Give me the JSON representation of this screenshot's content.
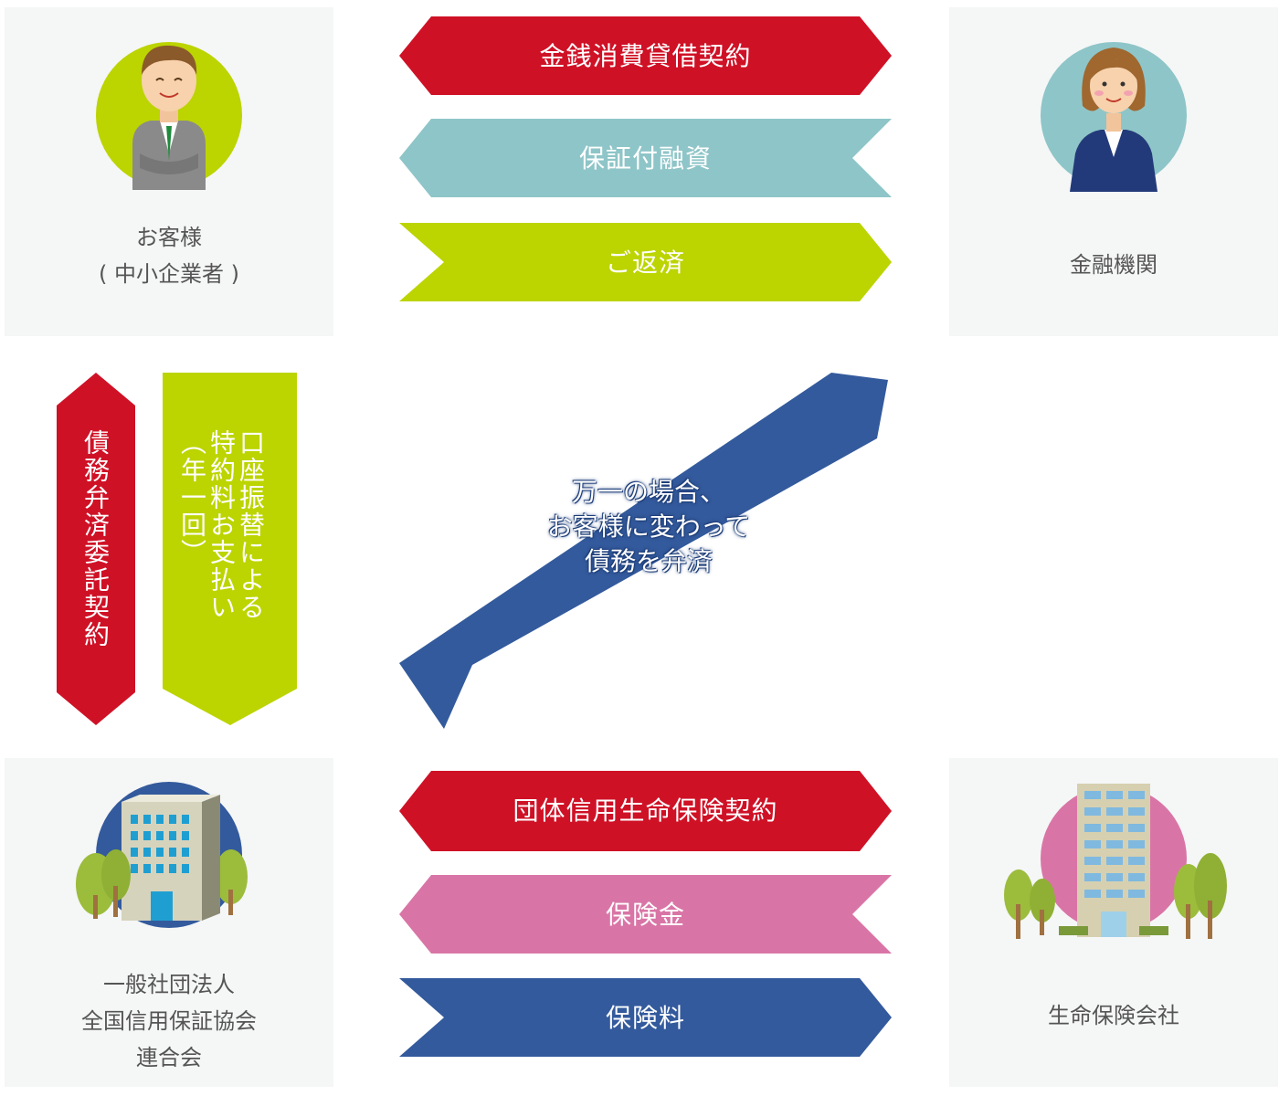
{
  "colors": {
    "red": "#cf1126",
    "teal": "#8ec5c8",
    "lime": "#bcd400",
    "blue": "#335a9c",
    "pink": "#d975a6",
    "box_bg": "#f5f6f6"
  },
  "nodes": {
    "customer": {
      "label": "お客様\n( 中小企業者 )",
      "icon": "businessman-icon"
    },
    "bank": {
      "label": "金融機関",
      "icon": "businesswoman-icon"
    },
    "association": {
      "label": "一般社団法人\n全国信用保証協会\n連合会",
      "icon": "office-building-icon"
    },
    "insurer": {
      "label": "生命保険会社",
      "icon": "tall-building-icon"
    }
  },
  "top_arrows": {
    "loan_contract": "金銭消費貸借契約",
    "guaranteed_loan": "保証付融資",
    "repayment": "ご返済"
  },
  "side_arrows": {
    "debt_repayment_contract": "債務弁済委託契約",
    "fee_payment": "口座振替による\n特約料お支払い\n（年一回）"
  },
  "diagonal": {
    "text": "万一の場合、\nお客様に変わって\n債務を弁済"
  },
  "bottom_arrows": {
    "group_insurance_contract": "団体信用生命保険契約",
    "insurance_money": "保険金",
    "premium": "保険料"
  }
}
